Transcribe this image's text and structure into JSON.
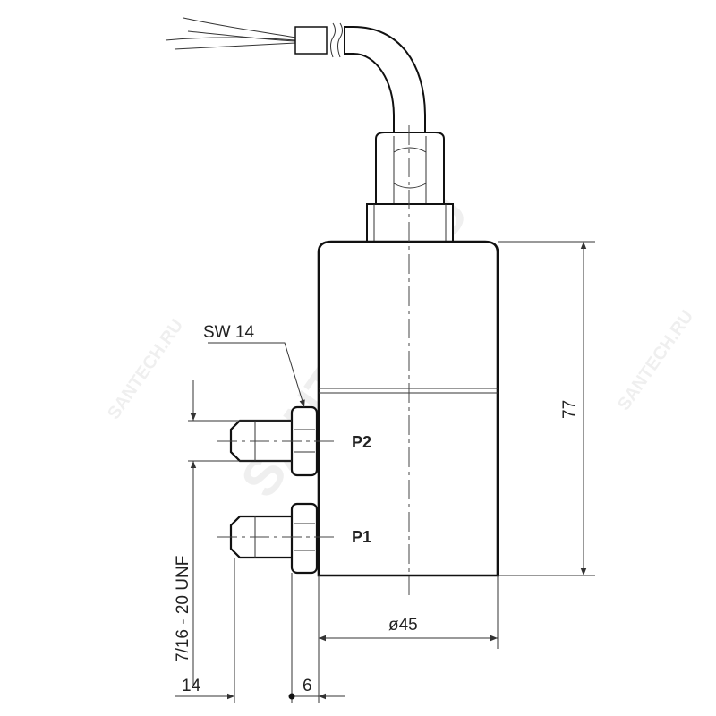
{
  "drawing": {
    "labels": {
      "wrench_size": "SW 14",
      "port_p2": "P2",
      "port_p1": "P1",
      "height_dim": "77",
      "diameter_dim": "ø45",
      "thread": "7/16 - 20 UNF",
      "fitting_length": "14",
      "nut_width": "6"
    },
    "watermarks": [
      "SANTECH.RU",
      "SANTECH.RU",
      "SANTECH.RU"
    ]
  }
}
